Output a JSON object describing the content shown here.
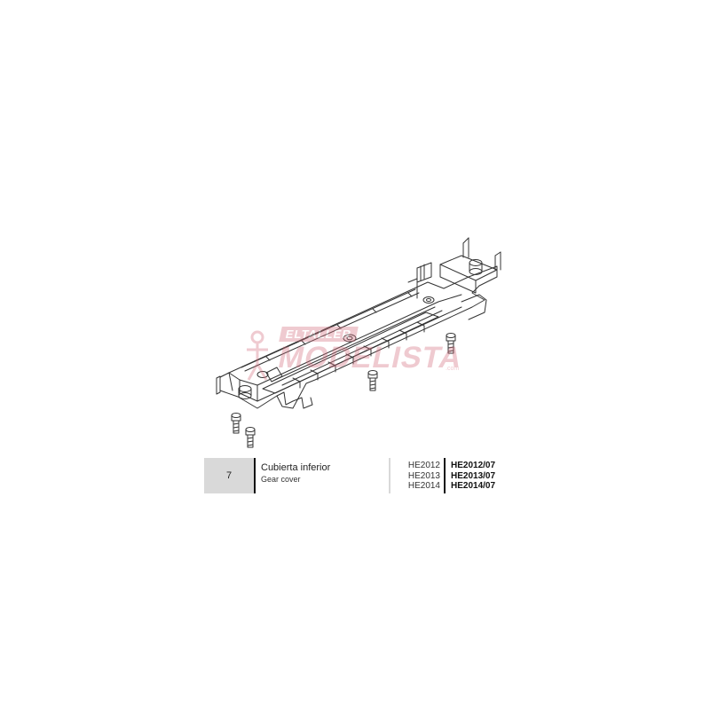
{
  "watermark": {
    "line1": "ELTALLER",
    "line2": "MODELISTA",
    "suffix": ".com"
  },
  "part": {
    "number": "7",
    "name_es": "Cubierta inferior",
    "name_en": "Gear cover",
    "models": [
      "HE2012",
      "HE2013",
      "HE2014"
    ],
    "references": [
      "HE2012/07",
      "HE2013/07",
      "HE2014/07"
    ]
  },
  "colors": {
    "line": "#333333",
    "table_bg": "#d9d9d9",
    "watermark": "#d46a7a"
  }
}
